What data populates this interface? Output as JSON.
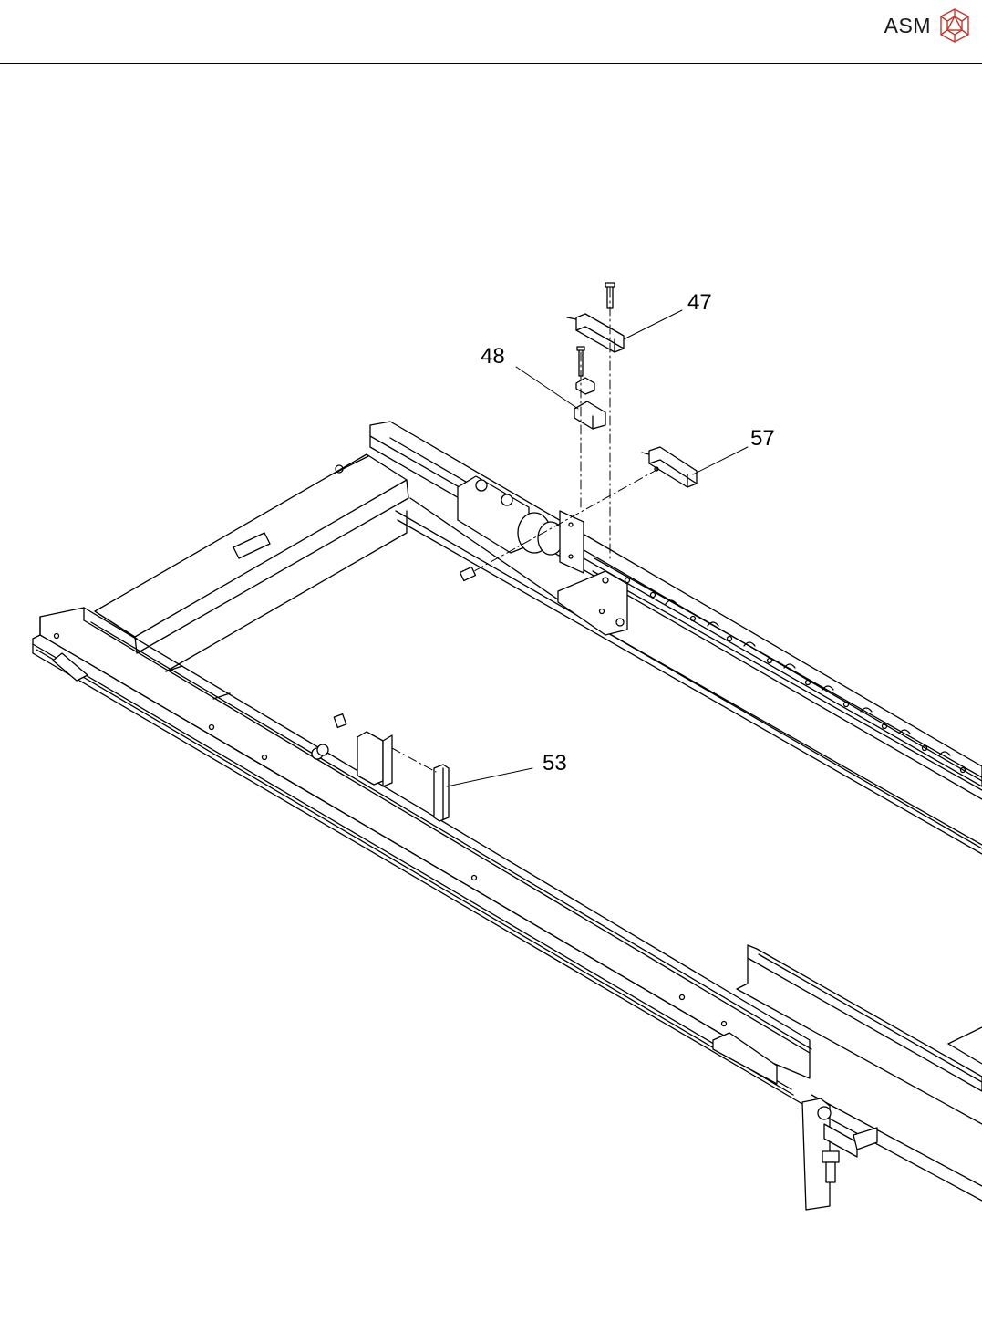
{
  "header": {
    "brand_name": "ASM",
    "logo_icon": "asm-polyhedron-logo-icon",
    "logo_color": "#c0392b",
    "rule_color": "#000000"
  },
  "diagram": {
    "callouts": [
      {
        "id": "c47",
        "label": "47"
      },
      {
        "id": "c48",
        "label": "48"
      },
      {
        "id": "c57",
        "label": "57"
      },
      {
        "id": "c53",
        "label": "53"
      }
    ]
  }
}
